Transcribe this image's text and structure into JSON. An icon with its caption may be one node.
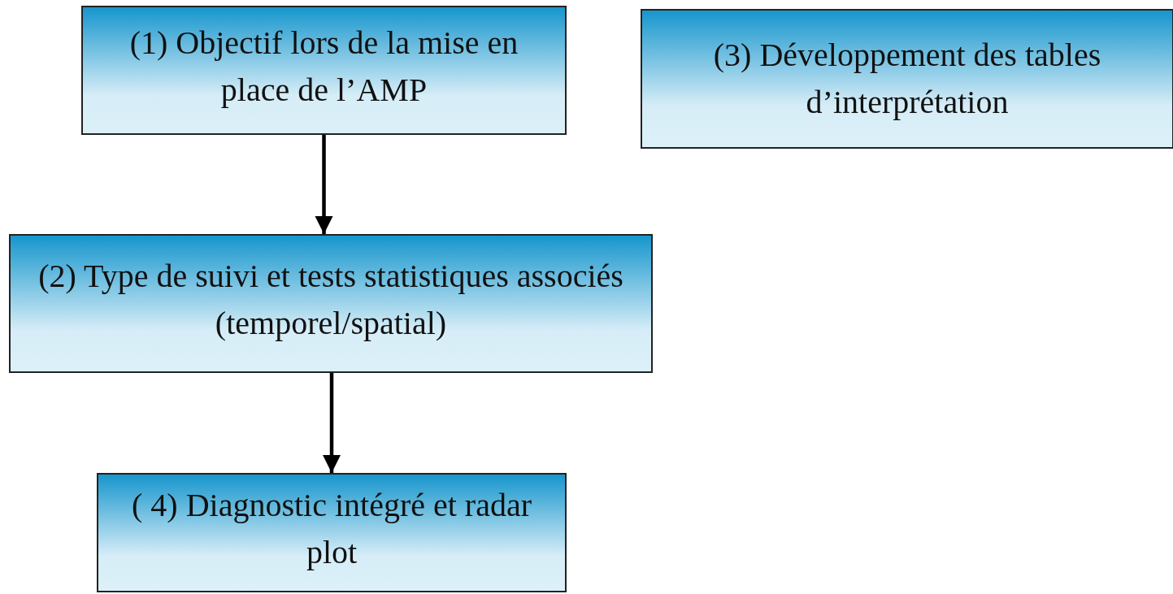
{
  "diagram": {
    "nodes": [
      {
        "text": [
          "(1) Objectif lors de la mise en place de l’AMP"
        ]
      },
      {
        "text": [
          "(2) Type de suivi et tests statistiques associés (temporel/spatial)"
        ]
      },
      {
        "text": [
          "( 4) Diagnostic intégré et radar plot"
        ]
      },
      {
        "text": [
          "(3) Développement des tables d’interprétation"
        ]
      }
    ],
    "edges": [
      {
        "from": 0,
        "to": 1,
        "arrow": "to"
      },
      {
        "from": 1,
        "to": 2,
        "arrow": "to"
      }
    ]
  }
}
